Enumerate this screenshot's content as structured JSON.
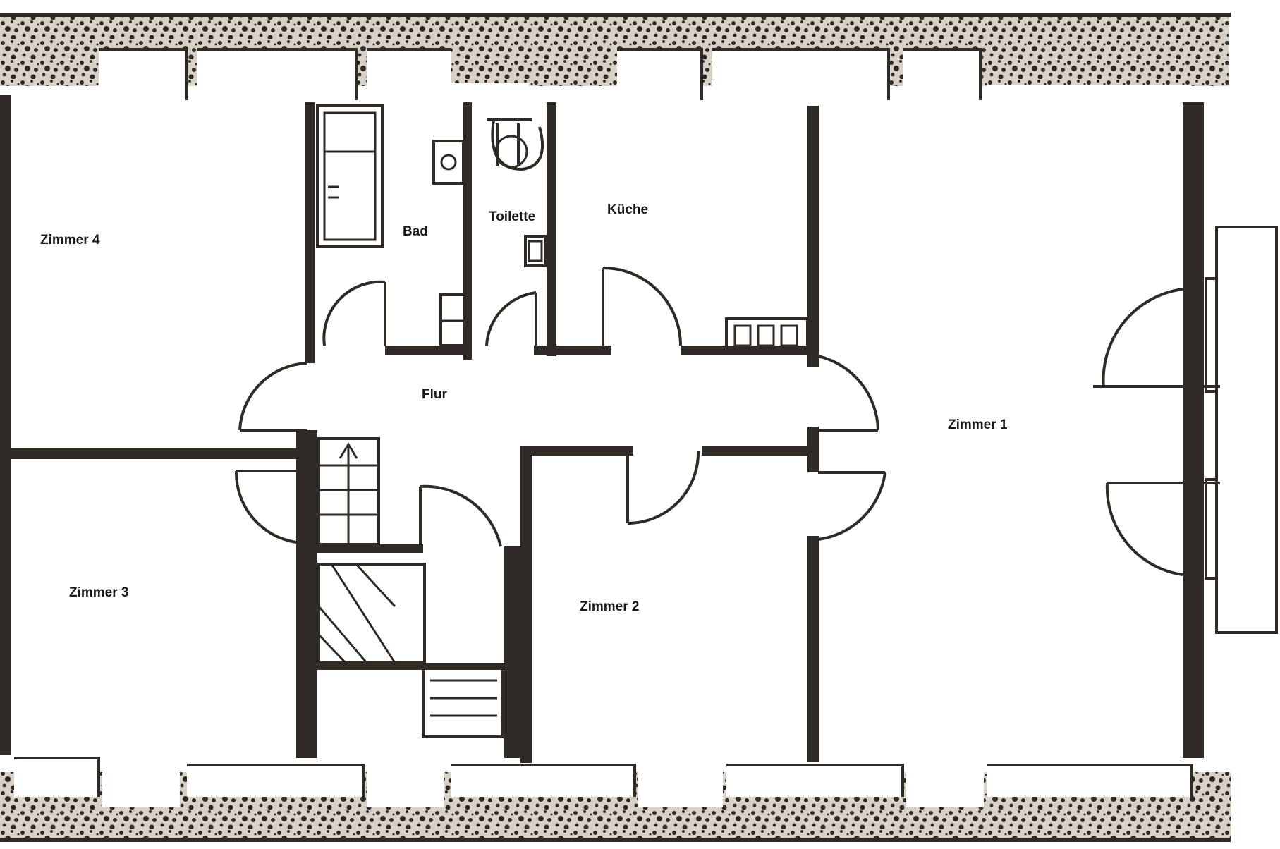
{
  "rooms": {
    "zimmer4": "Zimmer 4",
    "bad": "Bad",
    "toilette": "Toilette",
    "kueche": "Küche",
    "zimmer1": "Zimmer 1",
    "flur": "Flur",
    "zimmer3": "Zimmer 3",
    "zimmer2": "Zimmer 2"
  },
  "colors": {
    "wall": "#2f2a25",
    "masonry_light": "#c9c1b6",
    "paper": "#ffffff"
  }
}
